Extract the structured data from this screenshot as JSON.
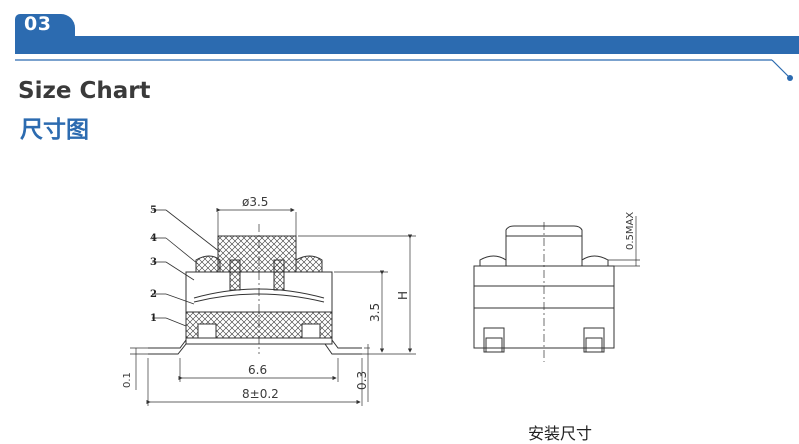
{
  "section": {
    "number": "03"
  },
  "title": {
    "en": "Size Chart",
    "cn": "尺寸图"
  },
  "callouts": [
    "1",
    "2",
    "3",
    "4",
    "5"
  ],
  "dimensions": {
    "top_diameter": "ø3.5",
    "height_35": "3.5",
    "height_h": "H",
    "width_66": "6.6",
    "width_8": "8±0.2",
    "thick_03": "0.3",
    "tolerance": "0.1",
    "max_05": "0.5MAX"
  },
  "caption": {
    "cn": "安装尺寸"
  },
  "colors": {
    "accent": "#2c6bb0",
    "title_gray": "#3a3a3a"
  }
}
